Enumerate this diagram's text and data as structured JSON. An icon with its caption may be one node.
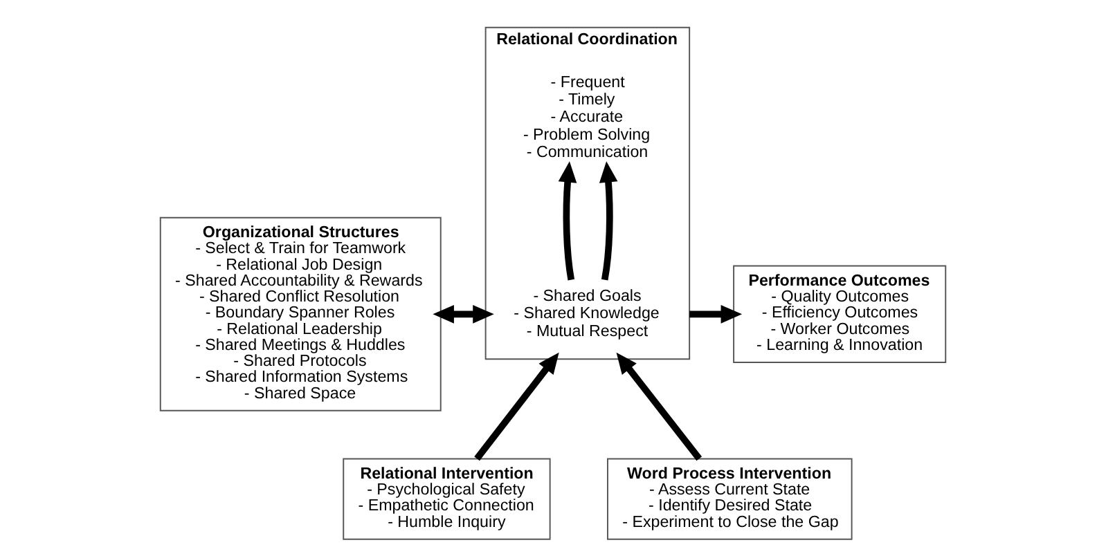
{
  "diagram": {
    "nodes": [
      {
        "text": [
          "Organizational Structures",
          "- Select & Train for Teamwork",
          "- Relational Job Design",
          "- Shared Accountability & Rewards",
          "- Shared Conflict Resolution",
          "- Boundary Spanner Roles",
          "- Relational Leadership",
          "- Shared Meetings & Huddles",
          "- Shared Protocols",
          "- Shared Information Systems",
          "- Shared Space"
        ]
      },
      {
        "text": [
          "Relational Coordination"
        ]
      },
      {
        "text": [
          "- Frequent",
          "- Timely",
          "- Accurate",
          "- Problem Solving",
          "- Communication"
        ],
        "in": 1
      },
      {
        "text": [
          "- Shared Goals",
          "- Shared Knowledge",
          "- Mutual Respect"
        ],
        "in": 1
      },
      {
        "text": [
          "Performance Outcomes",
          "- Quality Outcomes",
          "- Efficiency Outcomes",
          "- Worker Outcomes",
          "- Learning & Innovation"
        ]
      },
      {
        "text": [
          "Relational Intervention",
          "- Psychological Safety",
          "- Empathetic Connection",
          "- Humble Inquiry"
        ]
      },
      {
        "text": [
          "Word Process Intervention",
          "- Assess Current State",
          "- Identify Desired State",
          "- Experiment to Close the Gap"
        ]
      }
    ],
    "edges": [
      {
        "from": 0,
        "to": 1,
        "arrow": "both"
      },
      {
        "from": 3,
        "to": 2,
        "arrow": "to"
      },
      {
        "from": 3,
        "to": 2,
        "arrow": "to"
      },
      {
        "from": 1,
        "to": 4,
        "arrow": "to"
      },
      {
        "from": 5,
        "to": 1,
        "arrow": "to"
      },
      {
        "from": 6,
        "to": 1,
        "arrow": "to"
      }
    ]
  }
}
